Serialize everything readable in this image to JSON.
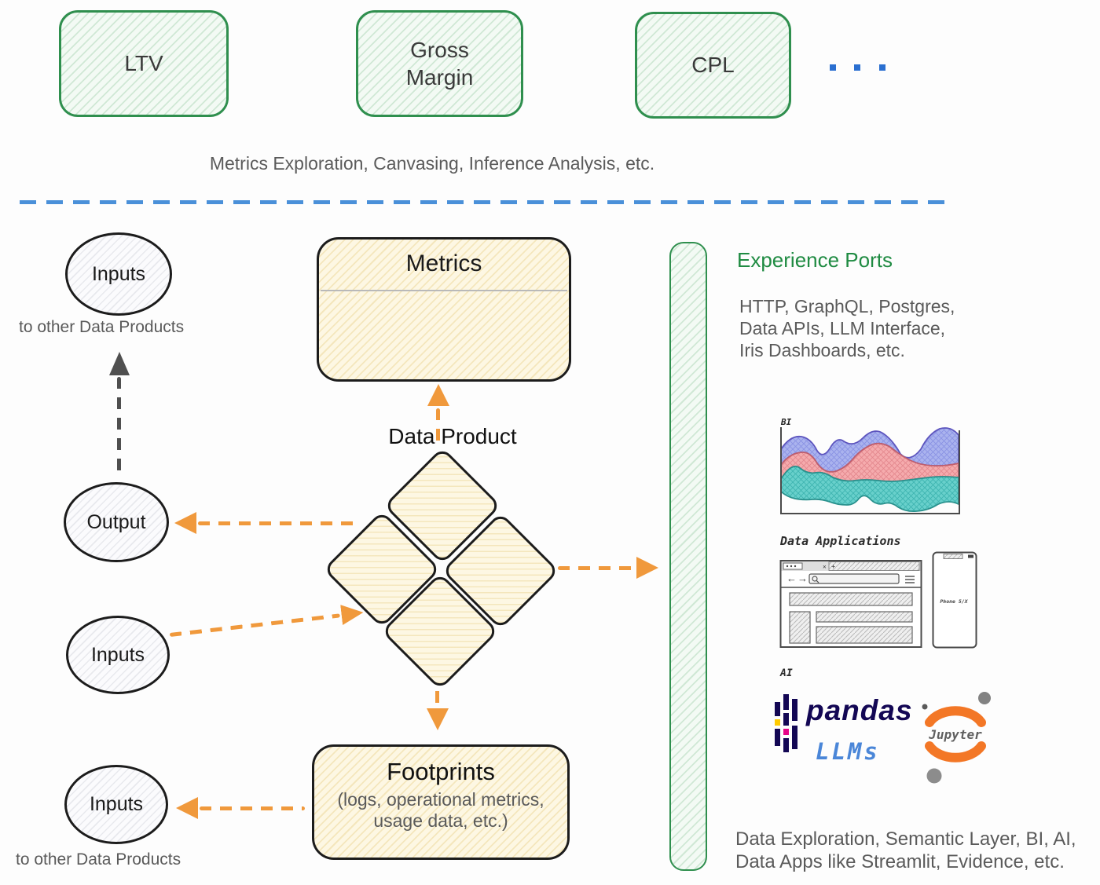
{
  "palette": {
    "green_border": "#2f8f4e",
    "green_heading": "#1f8b42",
    "cream_fill": "#fdf7e3",
    "orange_accent": "#f0993c",
    "dark_arrow": "#4f4f4f",
    "divider_blue": "#4a90d9",
    "ellipsis_blue": "#2a6fd0",
    "text_gray": "#5a5a5a",
    "ink": "#1c1c1c",
    "pandas_navy": "#130754",
    "pandas_yellow": "#ffca00",
    "pandas_pink": "#e70488",
    "llms_blue": "#4a86d8",
    "jupyter_orange": "#f37726",
    "bi_blue": "#aab3ee",
    "bi_pink": "#f5abad",
    "bi_teal": "#68d0cb"
  },
  "top_metrics": {
    "boxes": [
      {
        "label": "LTV"
      },
      {
        "label": "Gross Margin"
      },
      {
        "label": "CPL"
      }
    ],
    "ellipsis_dot_count": 3
  },
  "caption_top": "Metrics Exploration, Canvasing, Inference Analysis, etc.",
  "left_flow": {
    "inputs_top": "Inputs",
    "to_other_top": "to other Data Products",
    "output": "Output",
    "inputs_mid": "Inputs",
    "inputs_bottom": "Inputs",
    "to_other_bottom": "to other Data Products"
  },
  "center": {
    "metrics_title": "Metrics",
    "data_product": "Data Product",
    "footprints_title": "Footprints",
    "footprints_sub": [
      "(logs, operational metrics,",
      "usage data, etc.)"
    ]
  },
  "experience": {
    "heading": "Experience Ports",
    "ports": [
      "HTTP, GraphQL, Postgres,",
      "Data APIs, LLM Interface,",
      "Iris Dashboards, etc."
    ],
    "bi_label": "BI",
    "data_apps_label": "Data Applications",
    "phone_label": "Phone 5/X",
    "ai_label": "AI",
    "pandas": "pandas",
    "llms": "LLMs",
    "jupyter": "Jupyter",
    "bottom": [
      "Data Exploration, Semantic Layer, BI, AI,",
      "Data Apps like Streamlit, Evidence, etc."
    ]
  }
}
